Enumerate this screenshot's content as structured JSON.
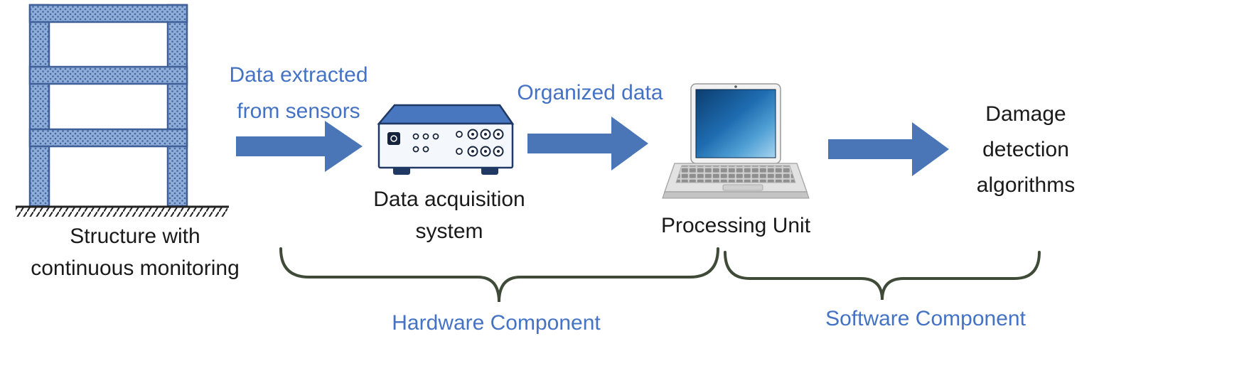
{
  "labels": {
    "structure": "Structure with\ncontinuous monitoring",
    "data_extracted": "Data extracted\nfrom sensors",
    "daq": "Data acquisition\nsystem",
    "organized_data": "Organized data",
    "processing_unit": "Processing Unit",
    "damage_detection": "Damage\ndetection\nalgorithms",
    "hardware": "Hardware Component",
    "software": "Software Component"
  },
  "colors": {
    "arrow_blue": "#4a76b8",
    "label_blue": "#4472c4",
    "text_black": "#1a1a1a",
    "brace_green": "#3f4a38",
    "building_blue": "#44669f"
  }
}
